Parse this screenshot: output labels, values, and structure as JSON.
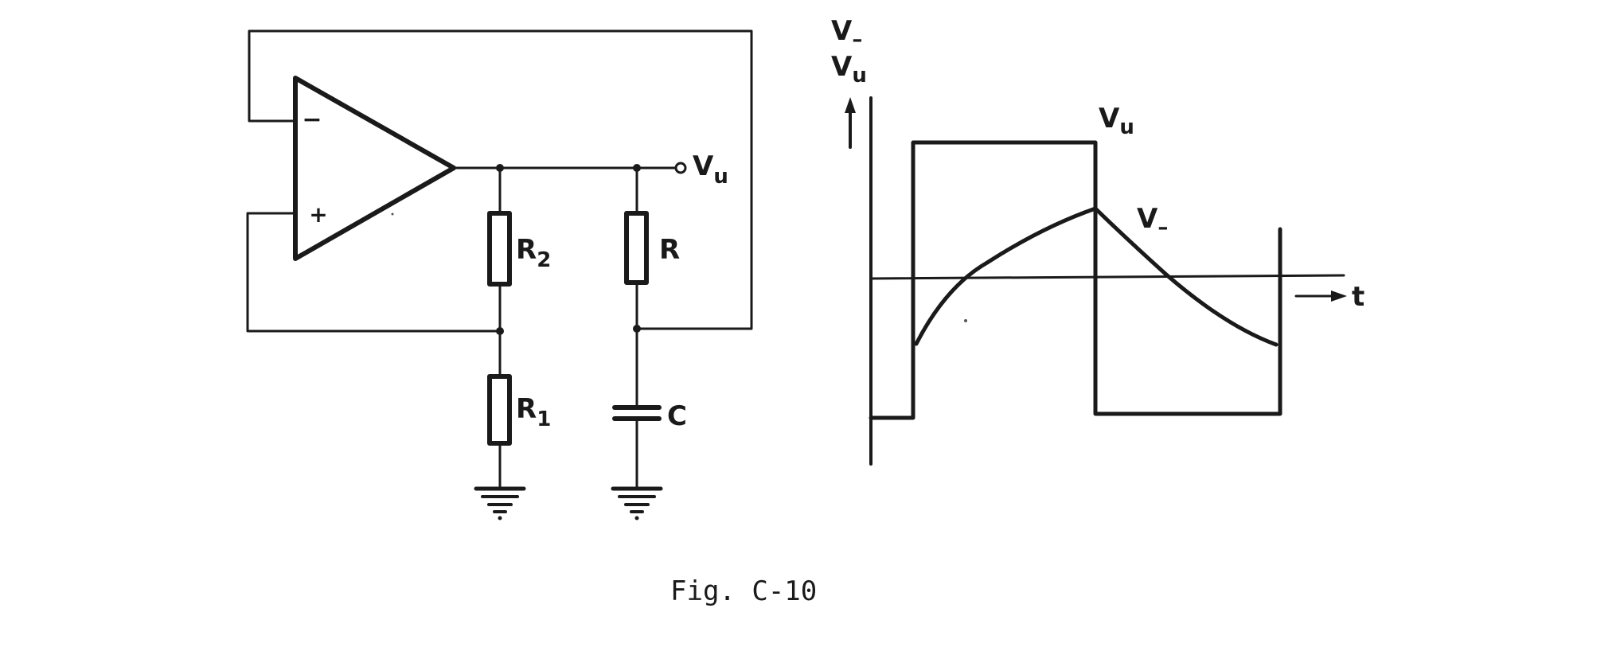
{
  "figure": {
    "caption": "Fig. C-10"
  },
  "circuit": {
    "opamp_minus": "−",
    "opamp_plus": "+",
    "output_label": "V",
    "output_sub": "u",
    "r2_label": "R",
    "r2_sub": "2",
    "r1_label": "R",
    "r1_sub": "1",
    "r_label": "R",
    "c_label": "C"
  },
  "graph": {
    "yaxis_top_label": "V",
    "yaxis_top_sub": "–",
    "yaxis_label": "V",
    "yaxis_sub": "u",
    "vu_curve_label": "V",
    "vu_curve_sub": "u",
    "vminus_curve_label": "V",
    "vminus_curve_sub": "–",
    "xaxis_label": "t"
  }
}
